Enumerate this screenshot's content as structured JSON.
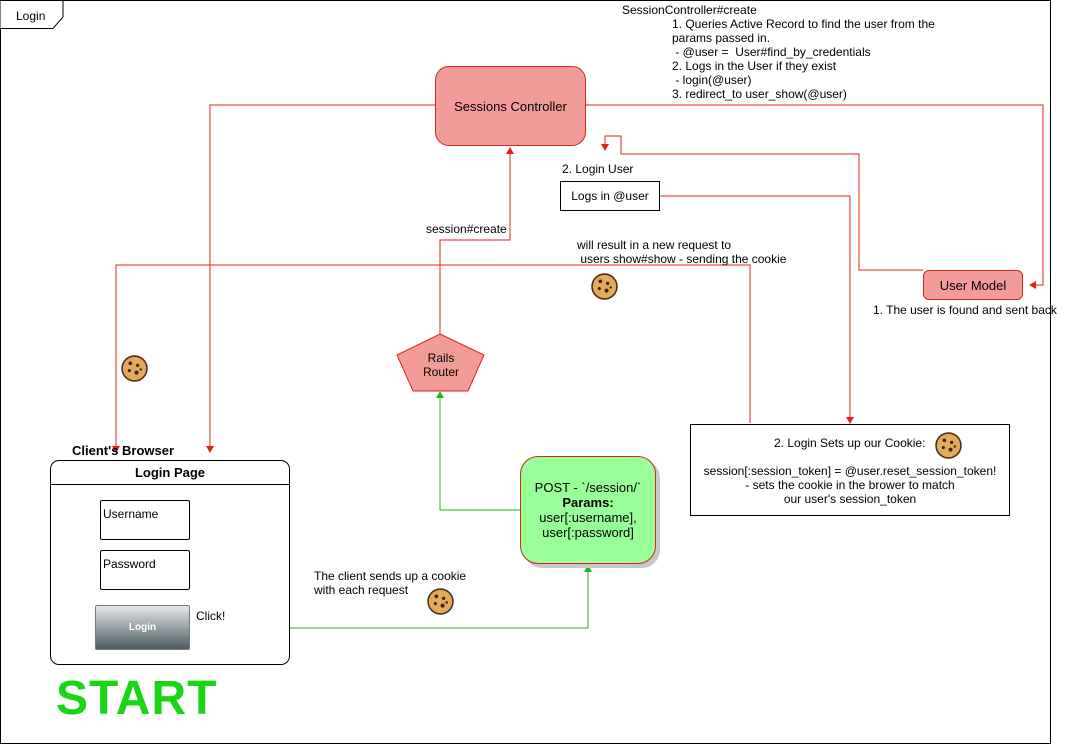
{
  "tab": {
    "label": "Login"
  },
  "sessions_controller": {
    "label": "Sessions Controller"
  },
  "controller_note": {
    "line1": "SessionController#create",
    "line2": "1. Queries Active Record to find the user from the",
    "line3": "params passed in.",
    "line4": " - @user =  User#find_by_credentials",
    "line5": "2. Logs in the User if they exist",
    "line6": " - login(@user)",
    "line7": "3. redirect_to user_show(@user)"
  },
  "login_user": {
    "step_label": "2. Login User",
    "box_label": "Logs in @user"
  },
  "session_create_label": "session#create",
  "new_request_note": {
    "line1": "will result in a new request to",
    "line2": " users show#show - sending the cookie"
  },
  "user_model": {
    "label": "User Model",
    "note": "1. The user is found and sent back"
  },
  "rails_router": {
    "line1": "Rails",
    "line2": "Router"
  },
  "cookie_setup": {
    "title": "2. Login Sets up our Cookie:",
    "line1": "session[:session_token] = @user.reset_session_token!",
    "line2": "- sets the cookie in the brower to match",
    "line3": "our user's session_token"
  },
  "browser": {
    "caption": "Client's Browser",
    "page_title": "Login Page",
    "username_label": "Username",
    "password_label": "Password",
    "login_button": "Login",
    "click_label": "Click!"
  },
  "post_request": {
    "line1": "POST - `/session/`",
    "line2": "Params:",
    "line3": "user[:username],",
    "line4": "user[:password]"
  },
  "client_cookie_note": {
    "line1": "The client sends up a cookie",
    "line2": "with each request"
  },
  "start_label": "START",
  "colors": {
    "red": "#e5201a",
    "green": "#22b41e",
    "salmon": "#f19c99",
    "light_green": "#99ff99"
  },
  "icons": [
    "cookie-icon"
  ]
}
